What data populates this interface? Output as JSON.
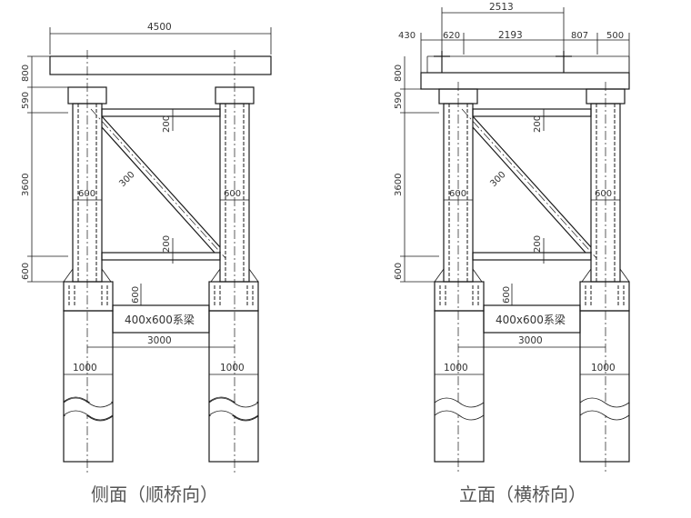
{
  "views": [
    {
      "id": "side",
      "caption": "侧面（顺桥向）",
      "top_dims": [
        "4500"
      ],
      "left_dims": [
        "800",
        "590",
        "3600",
        "600"
      ],
      "brace_dims": [
        "200",
        "300",
        "600",
        "600",
        "200"
      ],
      "pile_dims": [
        "600",
        "3000",
        "1000",
        "1000"
      ],
      "tie_beam_label": "400x600系梁"
    },
    {
      "id": "front",
      "caption": "立面（横桥向）",
      "top_dims": [
        "2513",
        "430",
        "620",
        "2193",
        "807",
        "500"
      ],
      "left_dims": [
        "800",
        "590",
        "3600",
        "600"
      ],
      "brace_dims": [
        "200",
        "300",
        "600",
        "600",
        "200"
      ],
      "pile_dims": [
        "600",
        "3000",
        "1000",
        "1000"
      ],
      "tie_beam_label": "400x600系梁"
    }
  ]
}
